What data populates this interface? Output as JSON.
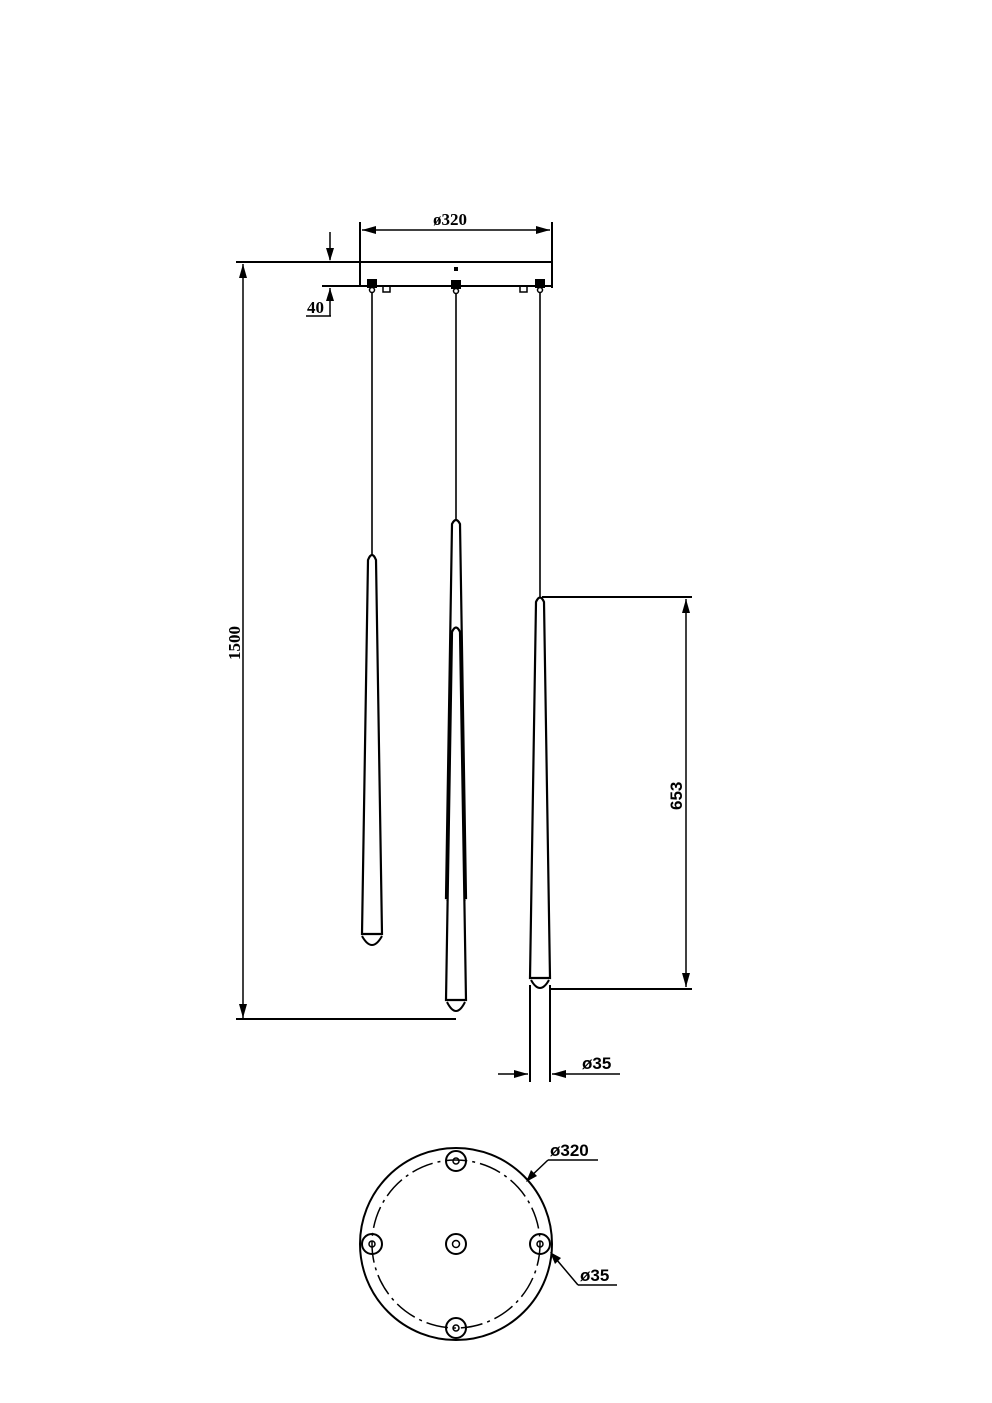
{
  "drawing": {
    "title": "3-light pendant technical drawing",
    "views": [
      "side-elevation",
      "ceiling-plate-top-view"
    ],
    "colors": {
      "line": "#000000",
      "background": "#ffffff"
    }
  },
  "side_view": {
    "canopy_diameter_label": "ø320",
    "canopy_height_label": "40",
    "overall_height_label": "1500",
    "pendant_length_label": "653",
    "pendant_diameter_label": "ø35",
    "pendant_count": 3
  },
  "top_view": {
    "plate_diameter_label": "ø320",
    "hole_diameter_label": "ø35",
    "hole_count": 4,
    "center_hole": true
  }
}
